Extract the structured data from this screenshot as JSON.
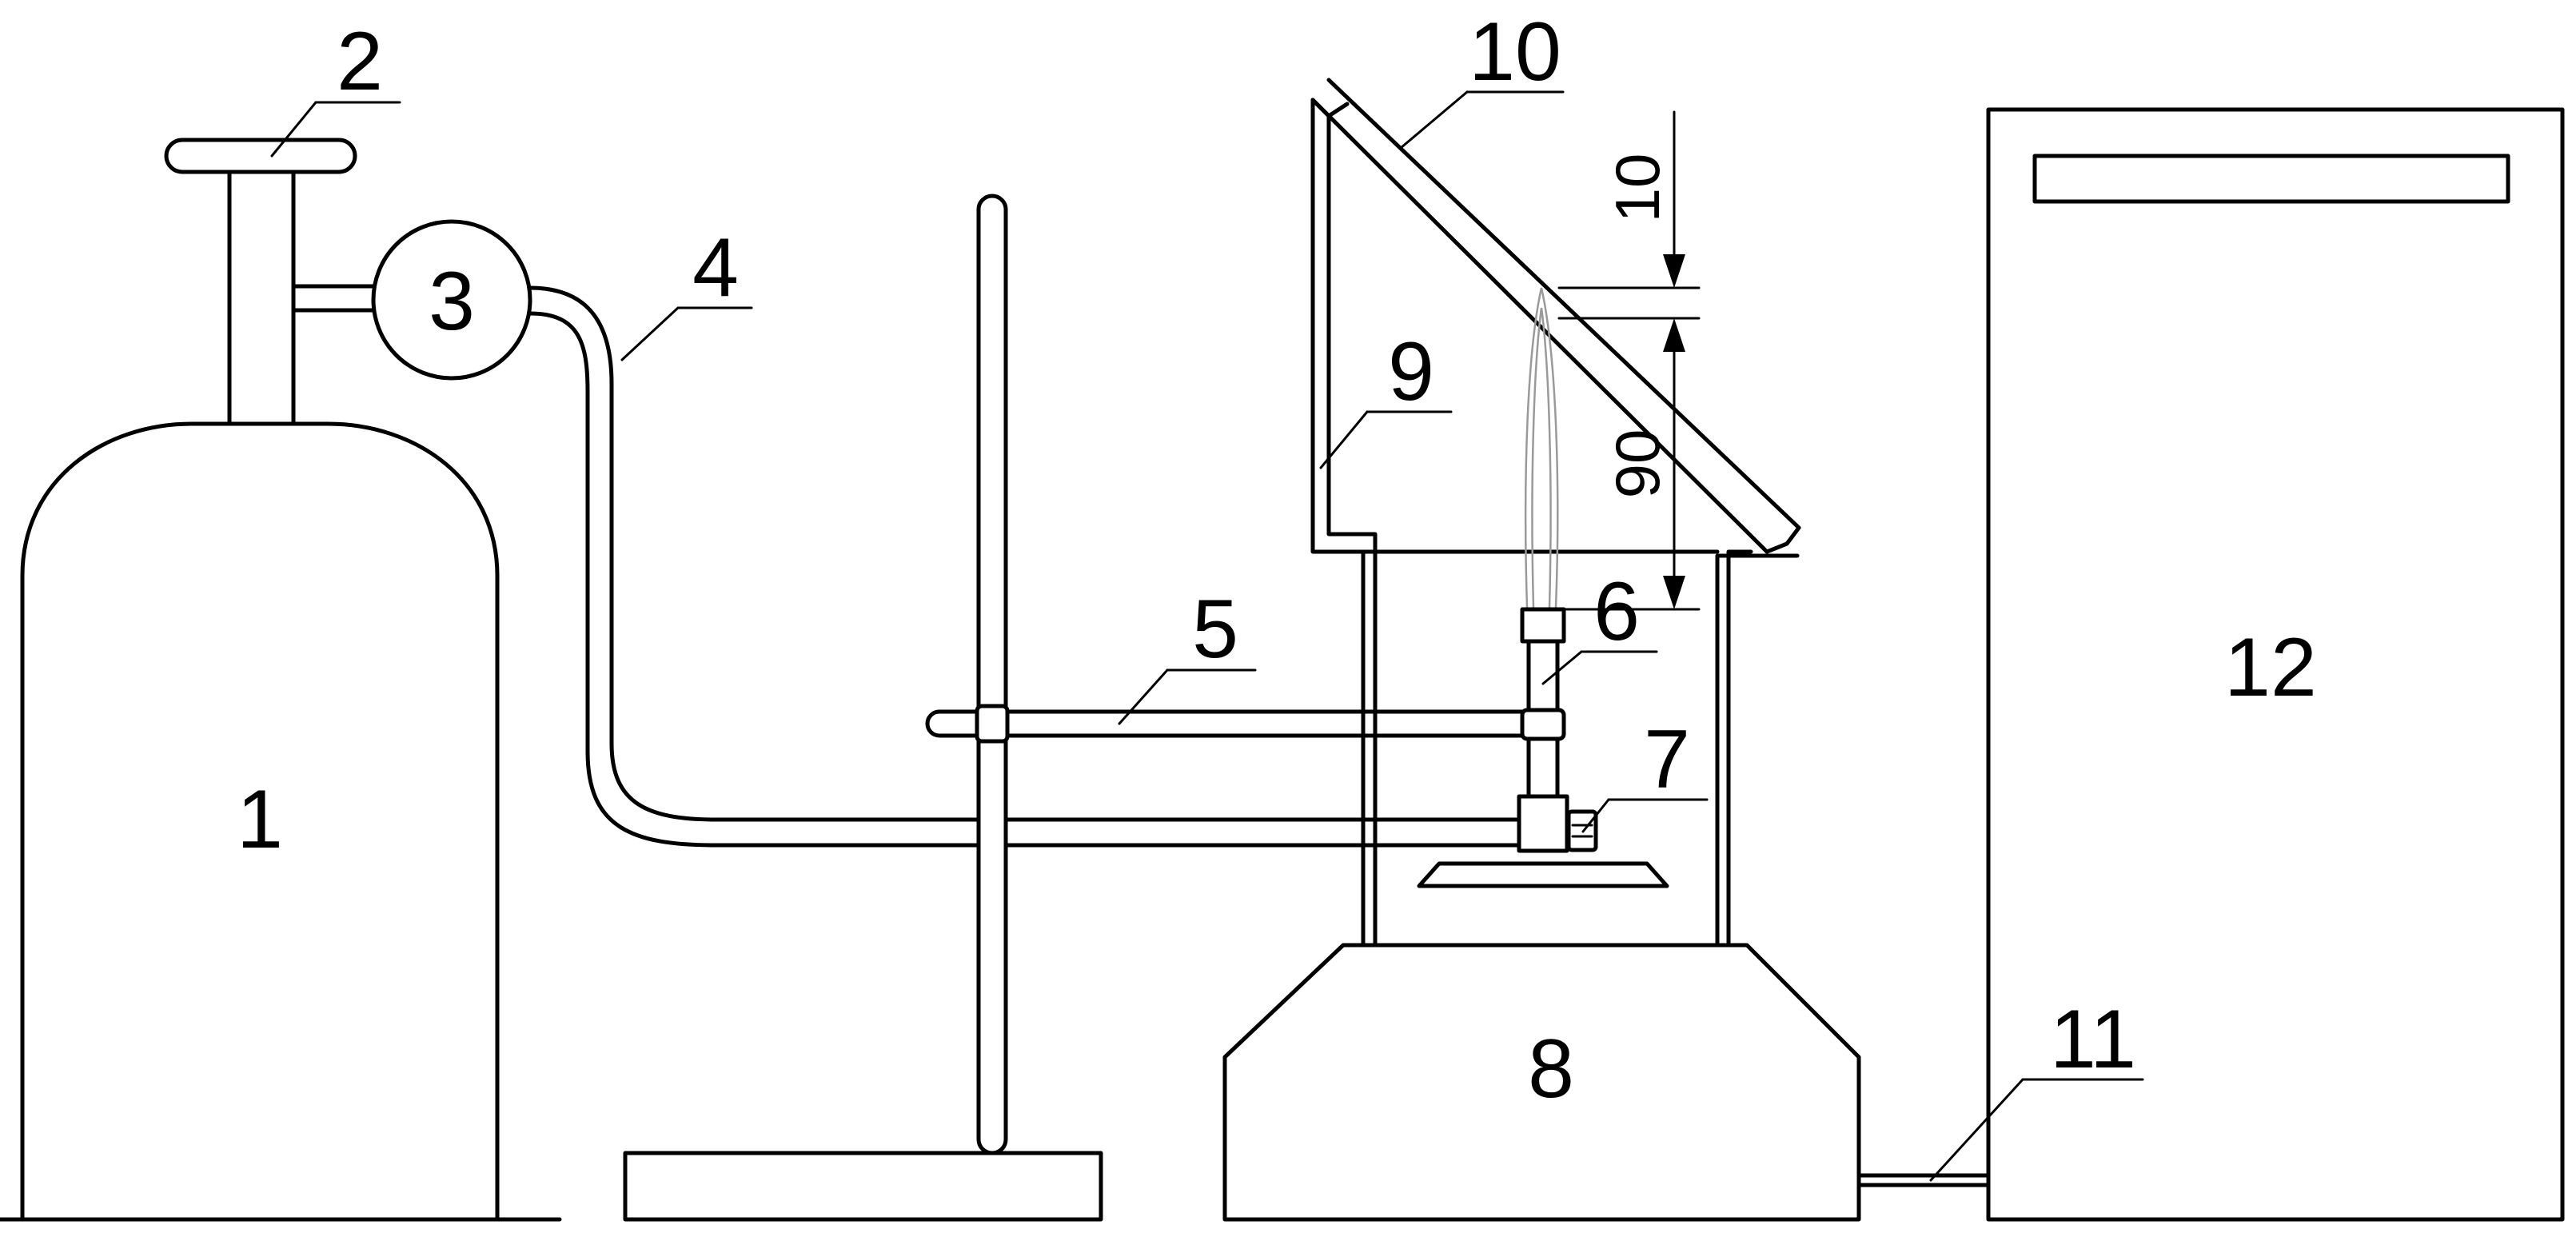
{
  "labels": {
    "l1": "1",
    "l2": "2",
    "l3": "3",
    "l4": "4",
    "l5": "5",
    "l6": "6",
    "l7": "7",
    "l8": "8",
    "l9": "9",
    "l10": "10",
    "l11": "11",
    "l12": "12"
  },
  "dimensions": {
    "gap": "10",
    "height": "90"
  }
}
